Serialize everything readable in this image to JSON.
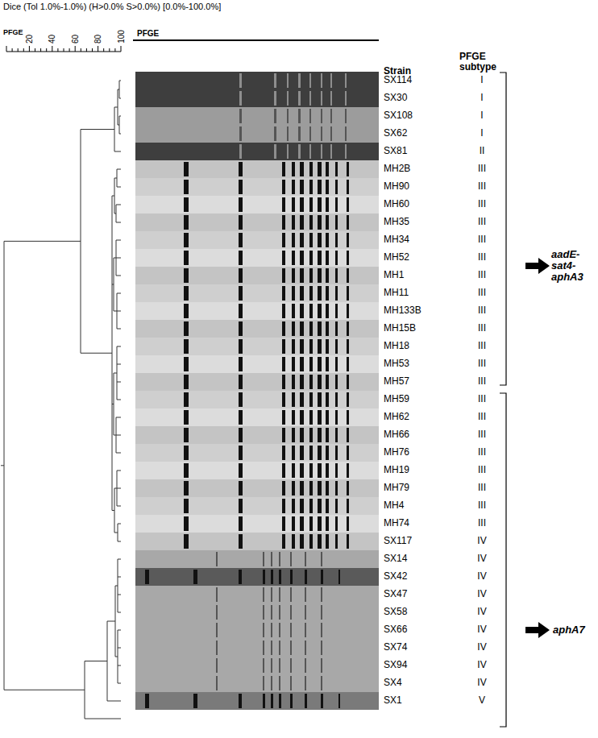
{
  "diagram": {
    "labels": [
      "Dice (Tol 1.0%-1.0%) (H>0.0% S>0.0%) [0.0%-100.0%]",
      "PFGE",
      "20",
      "40",
      "60",
      "80",
      "100",
      "PFGE",
      "Strain",
      "PFGE subtype",
      "SX114",
      "I",
      "SX30",
      "I",
      "SX108",
      "I",
      "SX62",
      "I",
      "SX81",
      "II",
      "MH2B",
      "III",
      "MH90",
      "III",
      "MH60",
      "III",
      "MH35",
      "III",
      "MH34",
      "III",
      "MH52",
      "III",
      "MH1",
      "III",
      "MH11",
      "III",
      "MH133B",
      "III",
      "MH15B",
      "III",
      "MH18",
      "III",
      "MH53",
      "III",
      "MH57",
      "III",
      "MH59",
      "III",
      "MH62",
      "III",
      "MH66",
      "III",
      "MH76",
      "III",
      "MH19",
      "III",
      "MH79",
      "III",
      "MH4",
      "III",
      "MH74",
      "III",
      "SX117",
      "IV",
      "SX14",
      "IV",
      "SX42",
      "IV",
      "SX47",
      "IV",
      "SX58",
      "IV",
      "SX66",
      "IV",
      "SX74",
      "IV",
      "SX94",
      "IV",
      "SX4",
      "IV",
      "SX1",
      "V",
      "aadE-sat4-aphA3",
      "aphA7"
    ]
  }
}
